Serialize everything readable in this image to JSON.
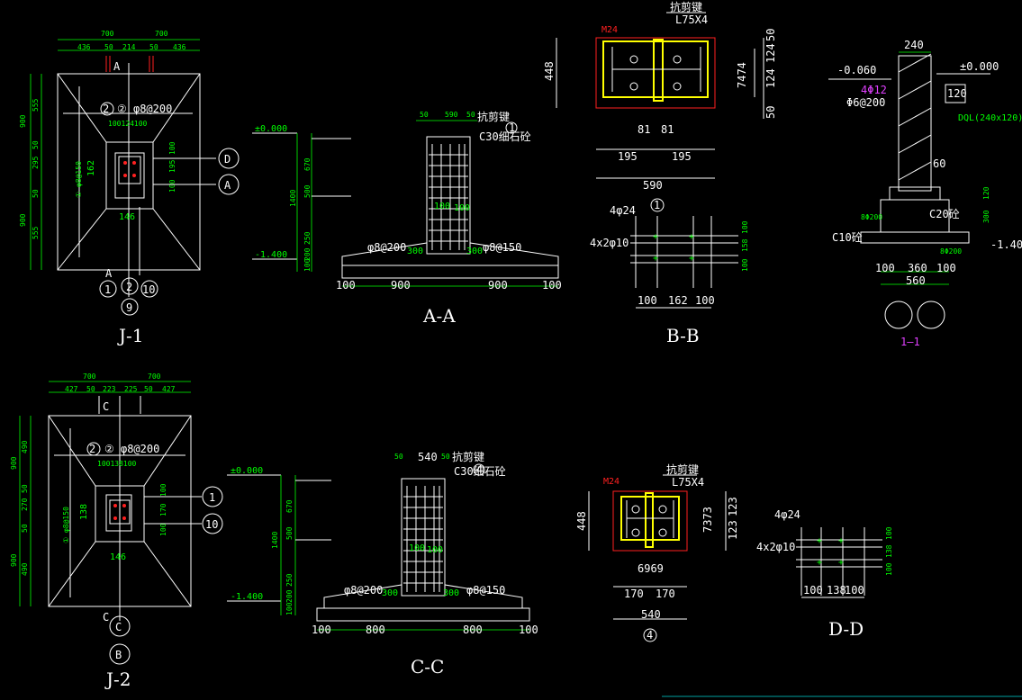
{
  "views": {
    "j1": "J-1",
    "aa": "A-A",
    "bb": "B-B",
    "s11": "1—1",
    "j2": "J-2",
    "cc": "C-C",
    "dd": "D-D"
  },
  "j1": {
    "top_dims": [
      "700",
      "700"
    ],
    "sub_dims": [
      "436",
      "50",
      "214",
      "50",
      "436"
    ],
    "rebar": "② φ8@200",
    "col_dims": "100124100",
    "side": "162",
    "bottom": "146",
    "section_mark": "A",
    "axis_d": "D",
    "axis_a": "A",
    "axis_1": "1",
    "axis_2": "2",
    "axis_10": "10",
    "axis_9": "9",
    "left_dims": [
      "900",
      "900"
    ],
    "left_sub": [
      "555",
      "50",
      "295",
      "50",
      "555"
    ],
    "vert_rebar": "① φ8@150"
  },
  "aa": {
    "elev_top": "±0.000",
    "elev_bot": "-1.400",
    "top": [
      "50",
      "590",
      "50"
    ],
    "shear_key": "抗剪键",
    "grout": "C30细石砼",
    "ref": "1",
    "vdims": [
      "670",
      "500",
      "250",
      "200",
      "100"
    ],
    "total": "1400",
    "inner": [
      "100",
      "100"
    ],
    "rebar_l": "φ8@200",
    "rebar_r": "φ8@150",
    "w300": [
      "300",
      "300"
    ],
    "bottom": [
      "100",
      "900",
      "900",
      "100"
    ]
  },
  "bb_top": {
    "bolt": "M24",
    "key": "抗剪键",
    "key_size": "L75X4",
    "height": "448",
    "rdims": [
      "50",
      "124",
      "7474",
      "124",
      "50"
    ],
    "mid": [
      "81",
      "81"
    ],
    "half": [
      "195",
      "195"
    ],
    "width": "590"
  },
  "bb": {
    "bars1": "4φ24",
    "bars2": "4x2φ10",
    "ref": "1",
    "bottom": [
      "100",
      "162",
      "100"
    ],
    "vdims": [
      "100",
      "158",
      "100"
    ]
  },
  "s11": {
    "top": "240",
    "elev_l": "-0.060",
    "elev_r": "±0.000",
    "bars": "4Φ12",
    "stir": "Φ6@200",
    "beam": "DQL(240x120)",
    "dim120": "120",
    "dim60": "60",
    "grade": "C20砼",
    "pad": "C10砼",
    "rebar": "8Φ200",
    "rebar2": "8Φ200",
    "vd120": "120",
    "vd300": "300",
    "elev_b": "-1.400",
    "bottom": [
      "100",
      "360",
      "100"
    ],
    "total": "560"
  },
  "j2": {
    "top_dims": [
      "700",
      "700"
    ],
    "sub_dims": [
      "427",
      "50",
      "223",
      "225",
      "50",
      "427"
    ],
    "rebar": "② φ8@200",
    "col_dims": "100138100",
    "side": "138",
    "bottom": "146",
    "section_mark": "C",
    "axis_1": "1",
    "axis_10": "10",
    "axis_c": "C",
    "axis_b": "B",
    "left_dims": [
      "900",
      "900"
    ],
    "left_sub": [
      "490",
      "50",
      "270",
      "50",
      "490"
    ],
    "vert_rebar": "① φ8@150"
  },
  "cc": {
    "elev_top": "±0.000",
    "elev_bot": "-1.400",
    "top": [
      "50",
      "540",
      "50"
    ],
    "shear_key": "抗剪键",
    "grout": "C30细石砼",
    "ref": "4",
    "vdims": [
      "670",
      "500",
      "250",
      "200",
      "100"
    ],
    "total": "1400",
    "inner": [
      "100",
      "100"
    ],
    "rebar_l": "φ8@200",
    "rebar_r": "φ8@150",
    "w300": [
      "300",
      "300"
    ],
    "bottom": [
      "100",
      "800",
      "800",
      "100"
    ]
  },
  "dd_top": {
    "bolt": "M24",
    "key": "抗剪键",
    "key_size": "L75X4",
    "height": "448",
    "rdims": [
      "123",
      "7373",
      "123"
    ],
    "mid": "6969",
    "half": [
      "170",
      "170"
    ],
    "width": "540",
    "ref": "4"
  },
  "dd": {
    "bars1": "4φ24",
    "bars2": "4x2φ10",
    "bottom": [
      "100",
      "138",
      "100"
    ],
    "vdims": [
      "100",
      "138",
      "100"
    ]
  },
  "colors": {
    "bg": "#000000",
    "line": "#ffffff",
    "dim": "#00ff00",
    "red": "#ff2020",
    "yellow": "#ffff00",
    "magenta": "#e040ff"
  }
}
